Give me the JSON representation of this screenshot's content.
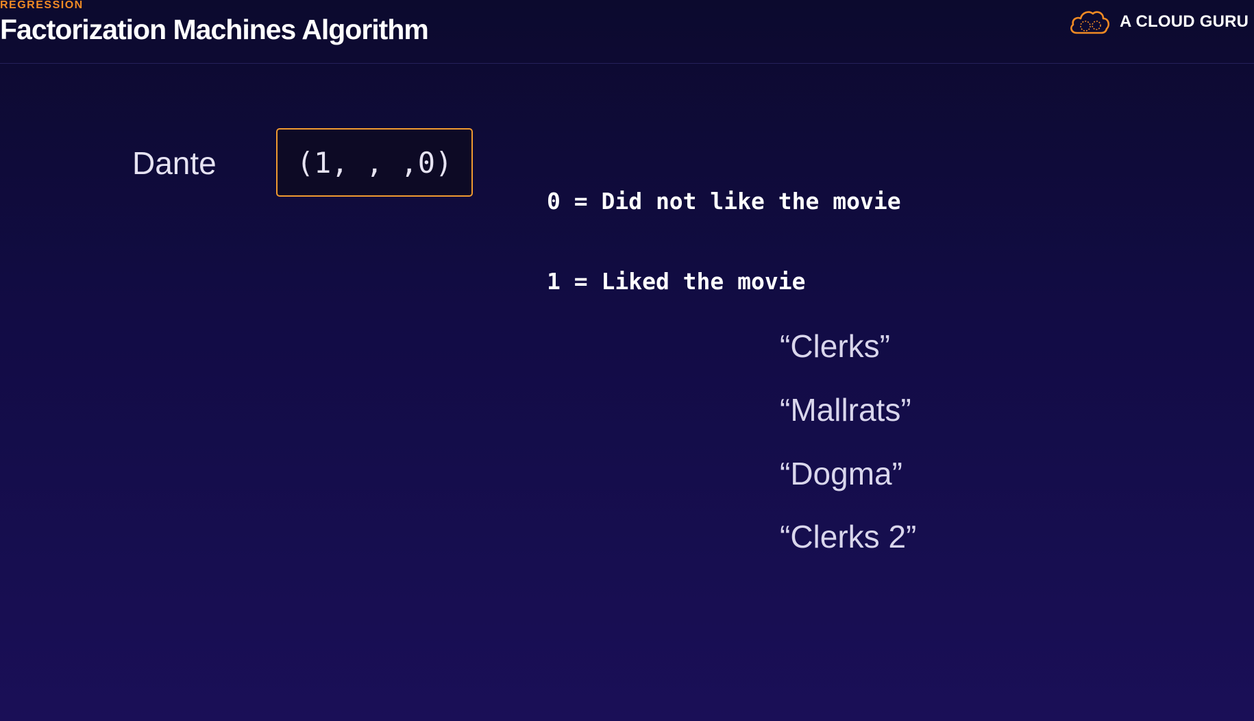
{
  "header": {
    "category": "REGRESSION",
    "title": "Factorization Machines Algorithm",
    "brand": "A CLOUD GURU",
    "brand_icon": "cloud-logo-icon",
    "accent_color": "#f08a24"
  },
  "user": {
    "name": "Dante",
    "vector": "(1, , ,0)"
  },
  "legend": [
    "0 = Did not like the movie",
    "1 = Liked the movie"
  ],
  "movies": [
    "“Clerks”",
    "“Mallrats”",
    "“Dogma”",
    "“Clerks 2”"
  ]
}
